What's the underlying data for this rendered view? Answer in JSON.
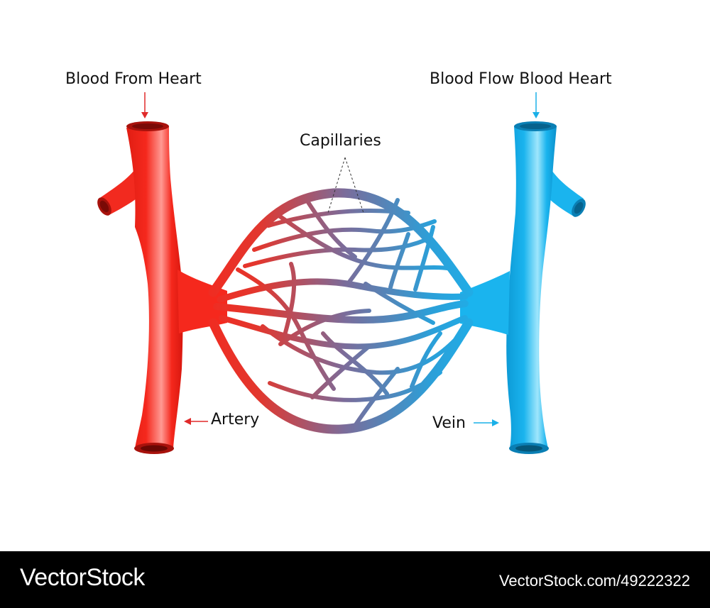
{
  "labels": {
    "blood_from_heart": "Blood From Heart",
    "blood_flow_heart": "Blood Flow Blood Heart",
    "capillaries": "Capillaries",
    "artery": "Artery",
    "vein": "Vein"
  },
  "footer": {
    "brand": "VectorStock",
    "image_id": "VectorStock.com/49222322"
  },
  "colors": {
    "artery": "#f5281d",
    "artery_dark": "#d51a12",
    "artery_highlight": "#ff8c84",
    "vein": "#1ab4ee",
    "vein_dark": "#0a8cc4",
    "vein_highlight": "#8fe0fb",
    "capillary_mid": "#7b6c9a",
    "artery_arrow": "#e02a2a",
    "vein_arrow": "#1ab0e8",
    "footer_bg": "#000000"
  },
  "icons": {
    "artery_arrow": "arrow-left-icon",
    "vein_arrow": "arrow-right-icon",
    "source_arrow_left": "arrow-down-icon",
    "source_arrow_right": "arrow-down-icon"
  }
}
